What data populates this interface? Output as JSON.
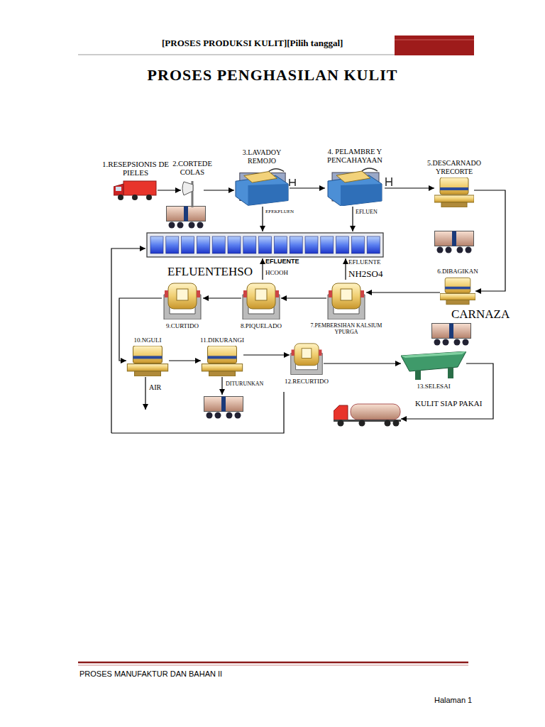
{
  "diagram": {
    "title": "PROSES PENGHASILAN KULIT",
    "nodes": [
      {
        "text": [
          "1.RESEPSIONIS DE PIELES"
        ]
      },
      {
        "text": [
          "2.CORTEDE COLAS"
        ]
      },
      {
        "text": [
          "3.LAVADOY REMOJO"
        ]
      },
      {
        "text": [
          "4. PELAMBRE Y PENCAHAYAAN"
        ]
      },
      {
        "text": [
          "5.DESCARNADO YRECORTE"
        ]
      },
      {
        "text": [
          "6.DIBAGIKAN"
        ]
      },
      {
        "text": [
          "7.PEMBERSIHAN KALSIUM YPURGA"
        ]
      },
      {
        "text": [
          "8.PIQUELADO"
        ]
      },
      {
        "text": [
          "9.CURTIDO"
        ]
      },
      {
        "text": [
          "10.NGULI"
        ]
      },
      {
        "text": [
          "11.DIKURANGI"
        ]
      },
      {
        "text": [
          "12.RECURTIDO"
        ]
      },
      {
        "text": [
          "13.SELESAI"
        ]
      },
      {
        "text": [
          "KULIT SIAP PAKAI"
        ]
      }
    ],
    "edges": [
      {
        "from": 0,
        "to": 1,
        "arrow": "to"
      },
      {
        "from": 1,
        "to": 2,
        "arrow": "to"
      },
      {
        "from": 2,
        "to": 3,
        "arrow": "to"
      },
      {
        "from": 3,
        "to": 4,
        "arrow": "to"
      },
      {
        "from": 4,
        "to": 5,
        "arrow": "to"
      },
      {
        "from": 5,
        "to": 6,
        "arrow": "to"
      },
      {
        "from": 6,
        "to": 7,
        "arrow": "to"
      },
      {
        "from": 7,
        "to": 8,
        "arrow": "to"
      },
      {
        "from": 8,
        "to": 9,
        "arrow": "to"
      },
      {
        "from": 9,
        "to": 10,
        "arrow": "to"
      },
      {
        "from": 10,
        "to": 11,
        "arrow": "to"
      },
      {
        "from": 11,
        "to": 12,
        "arrow": "to"
      },
      {
        "from": 12,
        "to": 13,
        "arrow": "to"
      }
    ],
    "labels": [
      "[PROSES PRODUKSI KULIT][Pilih tanggal]",
      "EFEKFLUEN",
      "EFLUEN",
      "EFLUENTEHSO",
      "EFLUENTE",
      "HCOOH",
      "EFLUENTE",
      "NH2SO4",
      "CARNAZA",
      "AIR",
      "DITURUNKAN",
      "PROSES MANUFAKTUR DAN BAHAN II",
      "Halaman 1"
    ]
  }
}
